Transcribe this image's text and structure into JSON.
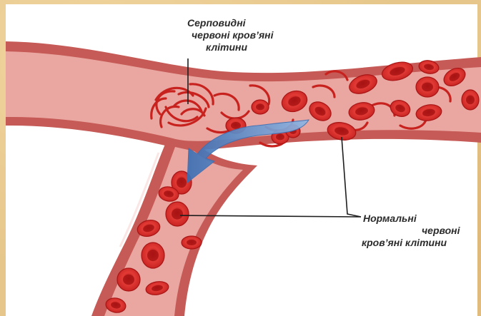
{
  "labels": {
    "sickle": [
      "Серповидні",
      "червоні кров’яні",
      "клітини"
    ],
    "normal": [
      "Нормальні",
      "червоні",
      "кров’яні клітини"
    ]
  },
  "colors": {
    "vessel_wall": "#c0504d",
    "vessel_lumen": "#e8a19c",
    "cell": "#d42b2b",
    "cell_center": "#a81414",
    "arrow": "#4f86c6",
    "background": "#e6c68a"
  }
}
